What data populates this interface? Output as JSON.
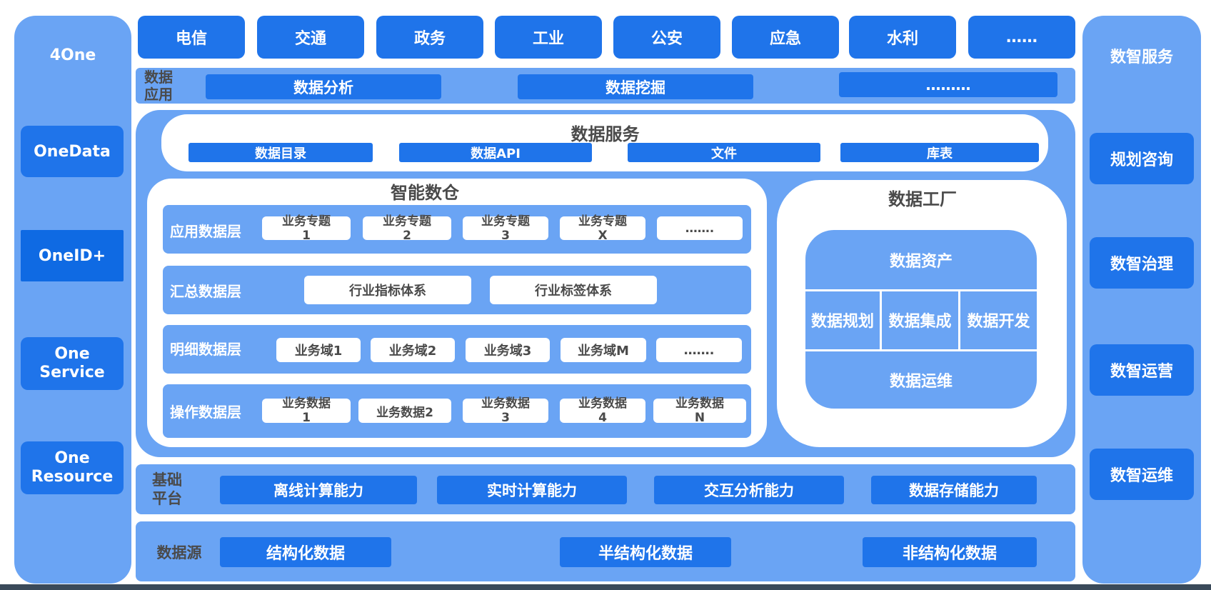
{
  "left_column": {
    "header": "4One",
    "items": [
      "OneData",
      "OneID+",
      "One\nService",
      "One\nResource"
    ]
  },
  "top_industries": [
    "电信",
    "交通",
    "政务",
    "工业",
    "公安",
    "应急",
    "水利",
    "……"
  ],
  "data_application": {
    "label": "数据\n应用",
    "items": [
      "数据分析",
      "数据挖掘",
      "………"
    ]
  },
  "data_service": {
    "title": "数据服务",
    "items": [
      "数据目录",
      "数据API",
      "文件",
      "库表"
    ]
  },
  "warehouse": {
    "title": "智能数仓",
    "layers": [
      {
        "name": "应用数据层",
        "items": [
          "业务专题\n1",
          "业务专题\n2",
          "业务专题\n3",
          "业务专题\nX",
          "……."
        ]
      },
      {
        "name": "汇总数据层",
        "items": [
          "行业指标体系",
          "行业标签体系"
        ]
      },
      {
        "name": "明细数据层",
        "items": [
          "业务域1",
          "业务域2",
          "业务域3",
          "业务域M",
          "……."
        ]
      },
      {
        "name": "操作数据层",
        "items": [
          "业务数据\n1",
          "业务数据2",
          "业务数据\n3",
          "业务数据\n4",
          "业务数据\nN"
        ]
      }
    ]
  },
  "factory": {
    "title": "数据工厂",
    "top": "数据资产",
    "middle": [
      "数据规划",
      "数据集成",
      "数据开发"
    ],
    "bottom": "数据运维"
  },
  "base_platform": {
    "label": "基础\n平台",
    "items": [
      "离线计算能力",
      "实时计算能力",
      "交互分析能力",
      "数据存储能力"
    ]
  },
  "data_source": {
    "label": "数据源",
    "items": [
      "结构化数据",
      "半结构化数据",
      "非结构化数据"
    ]
  },
  "right_column": {
    "header": "数智服务",
    "items": [
      "规划咨询",
      "数智治理",
      "数智运营",
      "数智运维"
    ]
  },
  "colors": {
    "panel": "#6aa4f4",
    "button": "#1f74ea",
    "text_dark": "#4a4a4a"
  }
}
